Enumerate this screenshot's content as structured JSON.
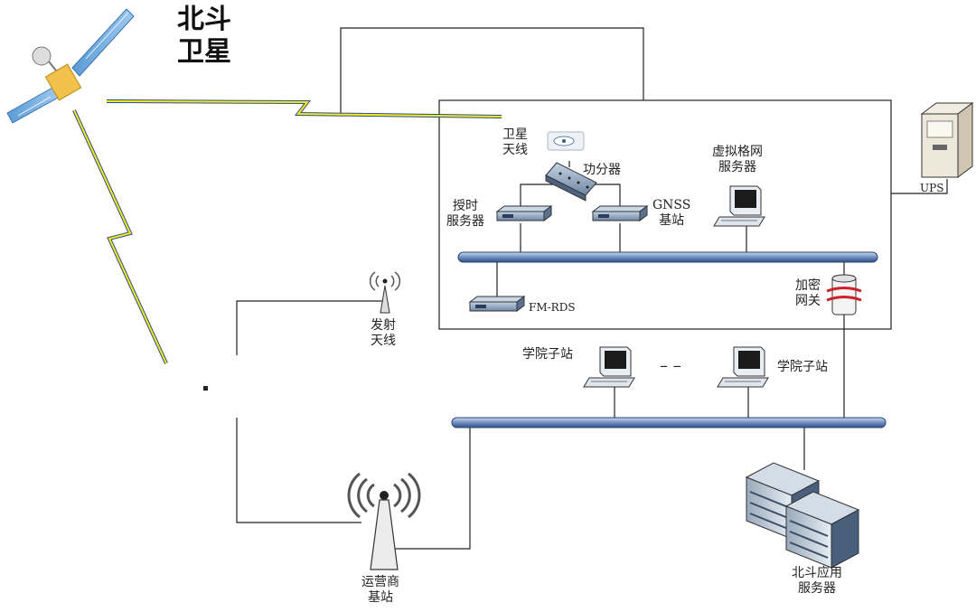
{
  "labels": {
    "satellite": [
      "北斗",
      "卫星"
    ],
    "sat_antenna": [
      "卫星",
      "天线"
    ],
    "splitter": "功分器",
    "timing_server": [
      "授时",
      "服务器"
    ],
    "gnss": [
      "GNSS",
      "基站"
    ],
    "virtual_grid": [
      "虚拟格网",
      "服务器"
    ],
    "ups": "UPS",
    "fm_rds": "FM-RDS",
    "encryption_gateway": [
      "加密",
      "网关"
    ],
    "transmit_antenna": [
      "发射",
      "天线"
    ],
    "college_station_1": "学院子站",
    "college_station_2": "学院子站",
    "dash": "– –",
    "operator_base": [
      "运营商",
      "基站"
    ],
    "beidou_servers": [
      "北斗应用",
      "服务器"
    ]
  }
}
